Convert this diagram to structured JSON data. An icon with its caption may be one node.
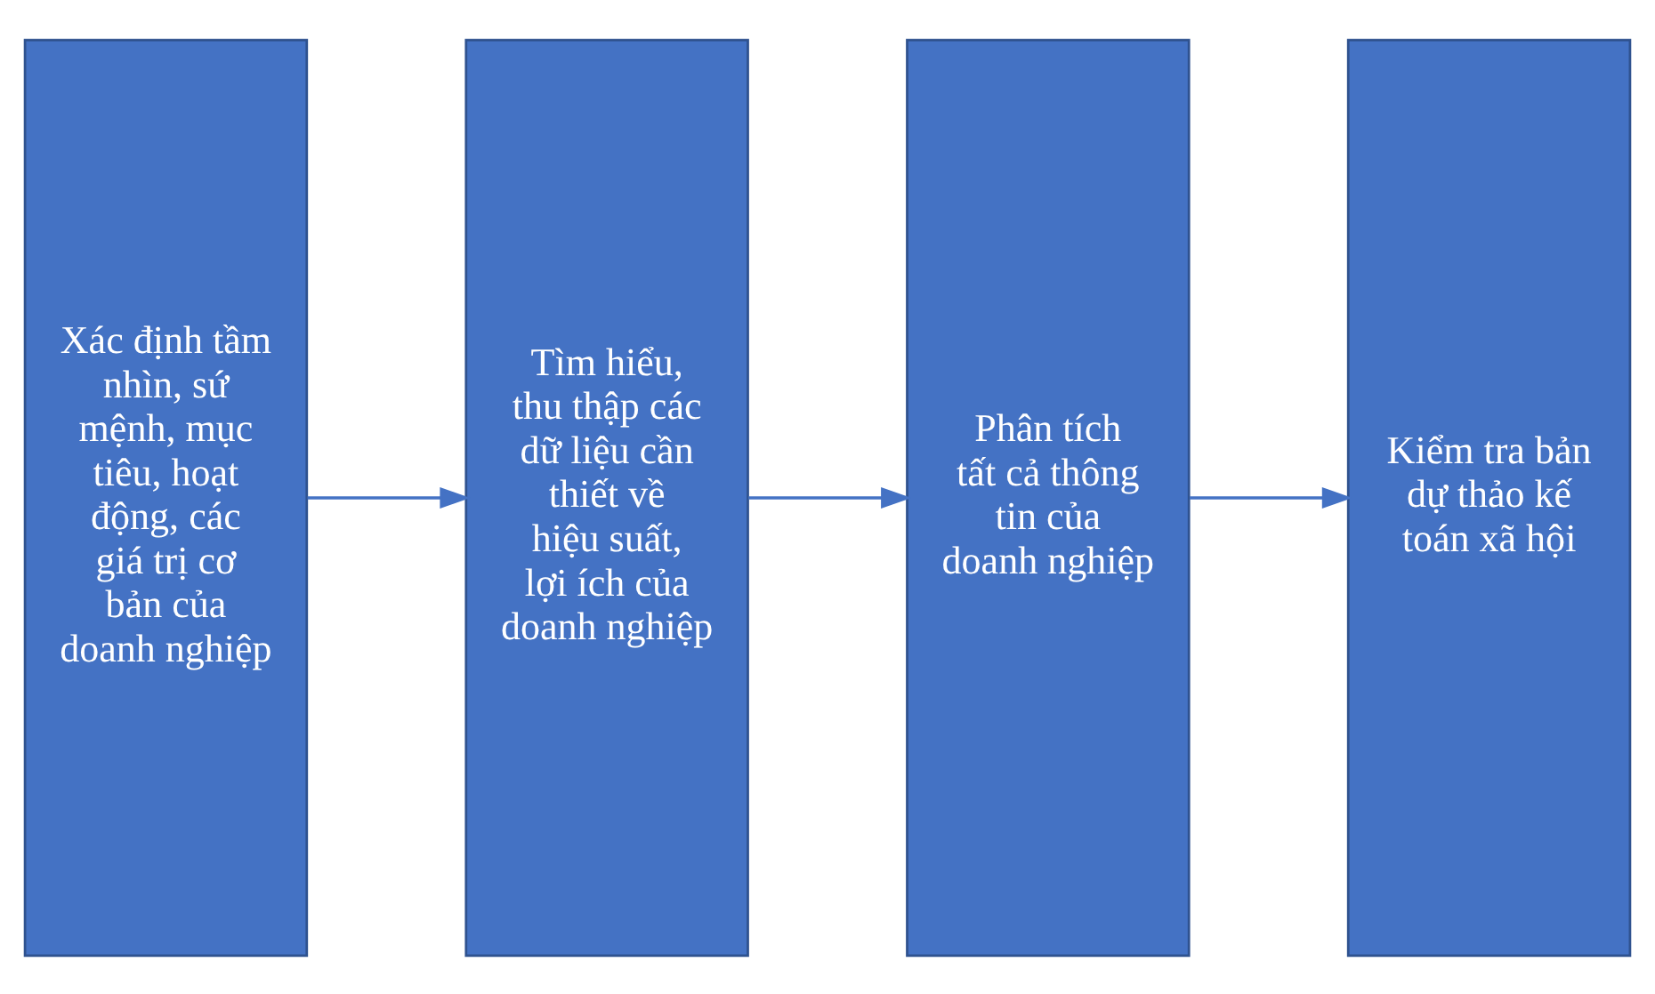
{
  "diagram": {
    "nodes": [
      {
        "text": [
          "Xác định tầm nhìn, sứ mệnh, mục tiêu, hoạt động, các giá trị cơ bản của doanh nghiệp"
        ]
      },
      {
        "text": [
          "Tìm hiểu, thu thập các dữ liệu cần thiết về hiệu suất, lợi ích của doanh nghiệp"
        ]
      },
      {
        "text": [
          "Phân tích tất cả thông tin của doanh nghiệp"
        ]
      },
      {
        "text": [
          "Kiểm tra bản dự thảo kế toán xã hội"
        ]
      }
    ],
    "edges": [
      {
        "from": 0,
        "to": 1,
        "arrow": "to"
      },
      {
        "from": 1,
        "to": 2,
        "arrow": "to"
      },
      {
        "from": 2,
        "to": 3,
        "arrow": "to"
      }
    ]
  }
}
